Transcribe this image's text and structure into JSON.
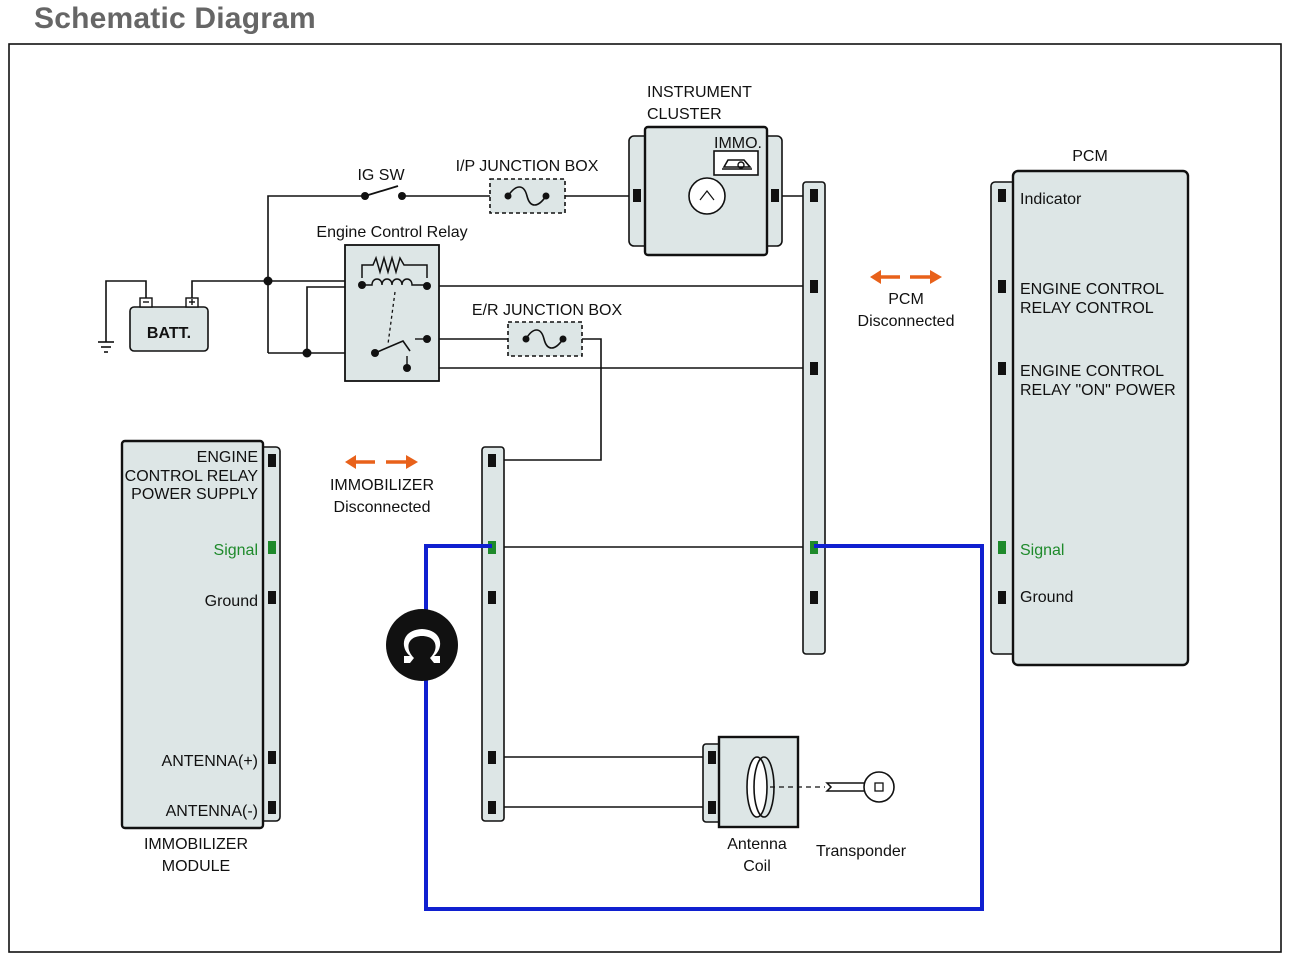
{
  "title": "Schematic Diagram",
  "labels": {
    "ig_sw": "IG SW",
    "ip_junction_box": "I/P JUNCTION BOX",
    "instrument_cluster_1": "INSTRUMENT",
    "instrument_cluster_2": "CLUSTER",
    "immo": "IMMO.",
    "pcm": "PCM",
    "engine_control_relay": "Engine Control Relay",
    "batt": "BATT.",
    "er_junction_box": "E/R JUNCTION BOX",
    "pcm_disc_1": "PCM",
    "pcm_disc_2": "Disconnected",
    "immo_disc_1": "IMMOBILIZER",
    "immo_disc_2": "Disconnected",
    "antenna_coil_1": "Antenna",
    "antenna_coil_2": "Coil",
    "transponder": "Transponder",
    "immo_module_1": "IMMOBILIZER",
    "immo_module_2": "MODULE"
  },
  "immobilizer_module": {
    "pins": [
      "ENGINE",
      "CONTROL RELAY",
      "POWER SUPPLY",
      "Signal",
      "Ground",
      "ANTENNA(+)",
      "ANTENNA(-)"
    ]
  },
  "pcm_module": {
    "pins": [
      "Indicator",
      "ENGINE CONTROL",
      "RELAY CONTROL",
      "ENGINE CONTROL",
      "RELAY \"ON\" POWER",
      "Signal",
      "Ground"
    ]
  },
  "colors": {
    "measurement_path": "#1020d0",
    "signal_pin": "#1e8a2b",
    "disconnect_arrow": "#e8611a"
  },
  "icons": [
    "ohmmeter-icon",
    "ground-icon",
    "key-icon",
    "fuse-icon",
    "lamp-icon",
    "car-icon",
    "switch-icon",
    "coil-icon"
  ]
}
